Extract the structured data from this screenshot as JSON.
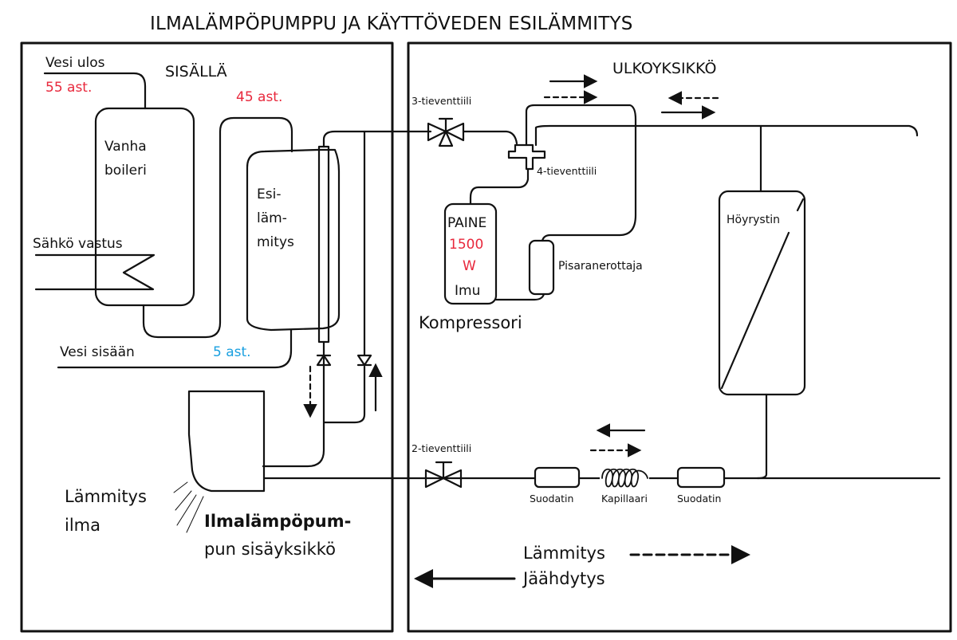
{
  "title": "ILMALÄMPÖPUMPPU JA KÄYTTÖVEDEN ESILÄMMITYS",
  "indoor": {
    "heading": "SISÄLLÄ",
    "water_out_label": "Vesi ulos",
    "water_out_temp": "55 ast.",
    "mid_temp": "45 ast.",
    "water_in_label": "Vesi sisään",
    "water_in_temp": "5 ast.",
    "old_boiler": [
      "Vanha",
      "boileri"
    ],
    "electric_heater": "Sähkö  vastus",
    "preheater": [
      "Esi-",
      "läm-",
      "mitys"
    ],
    "heating_air": [
      "Lämmitys",
      "ilma"
    ],
    "indoor_unit": [
      "Ilmalämpöpum-",
      "pun sisäyksikkö"
    ]
  },
  "outdoor": {
    "heading": "ULKOYKSIKKÖ",
    "three_way_valve": "3-tieventtiili",
    "four_way_valve": "4-tieventtiili",
    "compressor": {
      "top": "PAINE",
      "power": "1500",
      "unit": "W",
      "bottom": "Imu",
      "name": "Kompressori"
    },
    "droplet_separator": "Pisaranerottaja",
    "evaporator": "Höyrystin",
    "two_way_valve": "2-tieventtiili",
    "filter_left": "Suodatin",
    "capillary": "Kapillaari",
    "filter_right": "Suodatin"
  },
  "legend": {
    "heating": "Lämmitys",
    "cooling": "Jäähdytys",
    "heating_style": "dashed-arrow-right",
    "cooling_style": "solid-arrow-left"
  },
  "colors": {
    "hot": "#e8283c",
    "cold": "#1aa0e0",
    "line": "#111111"
  }
}
